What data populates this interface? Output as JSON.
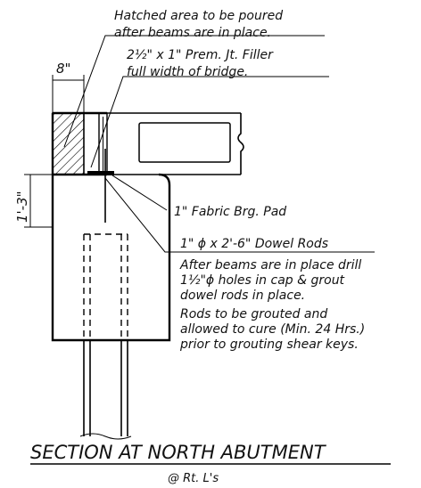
{
  "notes": {
    "hatched_line1": "Hatched area to be poured",
    "hatched_line2": "after beams are in place.",
    "filler_line1": "2½\" x 1\" Prem. Jt. Filler",
    "filler_line2": "full width of bridge.",
    "pad": "1\" Fabric Brg. Pad",
    "dowel_title": "1\" ϕ x 2'-6\" Dowel Rods",
    "dowel_lines": [
      "After beams are in place drill",
      "1½\"ϕ holes in cap & grout",
      "dowel rods in place.",
      "Rods to be grouted and",
      "allowed to cure (Min. 24 Hrs.)",
      "prior to grouting shear keys."
    ]
  },
  "dimensions": {
    "width_8": "8\"",
    "height_1_3": "1'-3\""
  },
  "title": "SECTION AT NORTH ABUTMENT",
  "subtitle": "@ Rt. L's"
}
